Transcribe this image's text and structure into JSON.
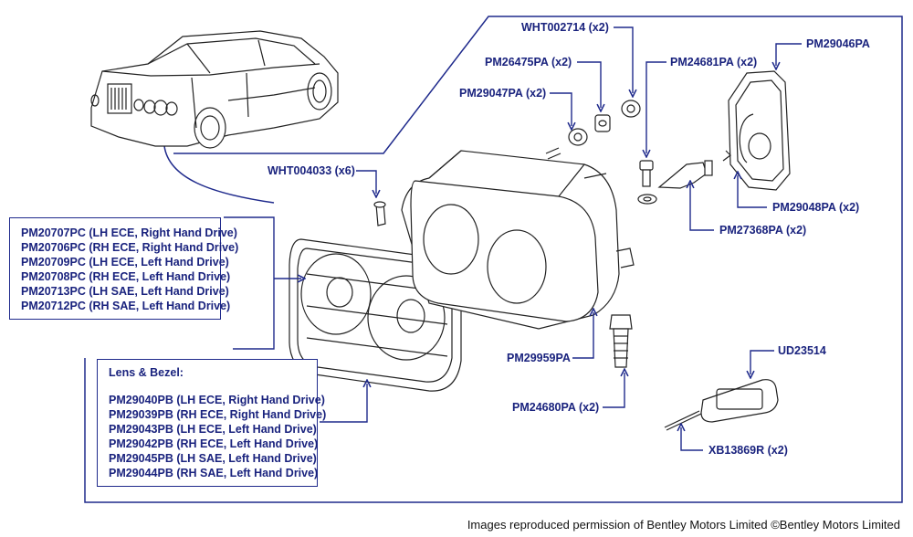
{
  "labels": {
    "wht002714": "WHT002714 (x2)",
    "pm26475pa": "PM26475PA (x2)",
    "pm24681pa": "PM24681PA (x2)",
    "pm29046pa": "PM29046PA",
    "pm29047pa": "PM29047PA (x2)",
    "wht004033": "WHT004033 (x6)",
    "pm29048pa": "PM29048PA (x2)",
    "pm27368pa": "PM27368PA (x2)",
    "pm29959pa": "PM29959PA",
    "ud23514": "UD23514",
    "pm24680pa": "PM24680PA (x2)",
    "xb13869r": "XB13869R (x2)"
  },
  "headlamp_box": {
    "lines": [
      "PM20707PC (LH ECE, Right Hand Drive)",
      "PM20706PC (RH ECE, Right Hand Drive)",
      "PM20709PC (LH ECE, Left Hand Drive)",
      "PM20708PC (RH ECE, Left Hand Drive)",
      "PM20713PC (LH SAE, Left Hand Drive)",
      "PM20712PC (RH SAE, Left Hand Drive)"
    ]
  },
  "lens_box": {
    "title": "Lens & Bezel:",
    "lines": [
      "PM29040PB (LH ECE, Right Hand Drive)",
      "PM29039PB (RH ECE, Right Hand Drive)",
      "PM29043PB (LH ECE, Left Hand Drive)",
      "PM29042PB (RH ECE, Left Hand Drive)",
      "PM29045PB (LH SAE, Left Hand Drive)",
      "PM29044PB (RH SAE, Left Hand Drive)"
    ]
  },
  "footer": "Images reproduced permission of Bentley Motors Limited ©Bentley Motors Limited",
  "colors": {
    "leader": "#1f2a8c",
    "text": "#1a237e",
    "drawing": "#222222"
  }
}
